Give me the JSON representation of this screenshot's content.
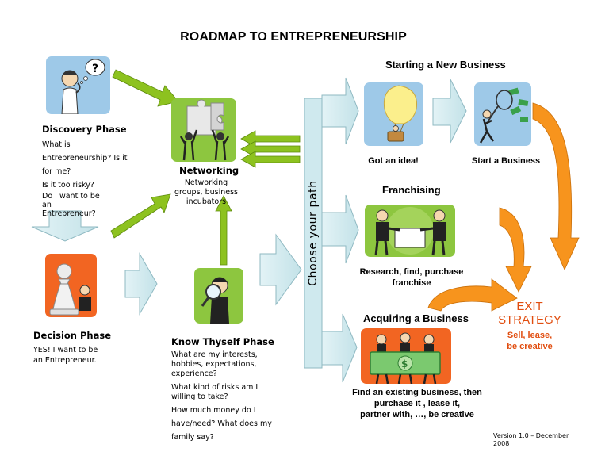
{
  "title": "ROADMAP TO ENTREPRENEURSHIP",
  "discovery": {
    "heading": "Discovery Phase",
    "lines": [
      "What is",
      "Entrepreneurship? Is it",
      "for me?",
      "Is it too risky?",
      "Do I want to be",
      "an",
      "Entrepreneur?"
    ]
  },
  "networking": {
    "heading": "Networking",
    "lines": [
      "Networking",
      "groups, business",
      "incubators"
    ]
  },
  "decision": {
    "heading": "Decision Phase",
    "lines": [
      "YES!  I want to be",
      "an Entrepreneur."
    ]
  },
  "know_thyself": {
    "heading": "Know Thyself Phase",
    "lines": [
      "What are my interests,",
      "hobbies, expectations,",
      "experience?",
      "What kind of risks am I",
      "willing to take?",
      "How much money do I",
      "have/need? What does my",
      "family say?"
    ]
  },
  "choose_path": "Choose your path",
  "new_business": {
    "heading": "Starting a New Business",
    "idea_caption": "Got an idea!",
    "start_caption": "Start a Business"
  },
  "franchising": {
    "heading": "Franchising",
    "caption_lines": [
      "Research, find, purchase",
      "franchise"
    ]
  },
  "acquiring": {
    "heading": "Acquiring a Business",
    "caption_lines": [
      "Find an existing business, then",
      "purchase it , lease it,",
      "partner with, …, be creative"
    ]
  },
  "exit": {
    "title_lines": [
      "EXIT",
      "STRATEGY"
    ],
    "sub_lines": [
      "Sell, lease,",
      "be creative"
    ]
  },
  "version": [
    "Version 1.0 – December",
    "2008"
  ],
  "colors": {
    "green_arrow": "#8dc21f",
    "teal_arrow": "#cfe9ee",
    "teal_border": "#8fb9c2",
    "orange_arrow": "#f7941d",
    "exit_text": "#e14d0f",
    "tile_blue": "#9ec9e8",
    "tile_green": "#8dc63f",
    "tile_orange": "#f26522"
  }
}
